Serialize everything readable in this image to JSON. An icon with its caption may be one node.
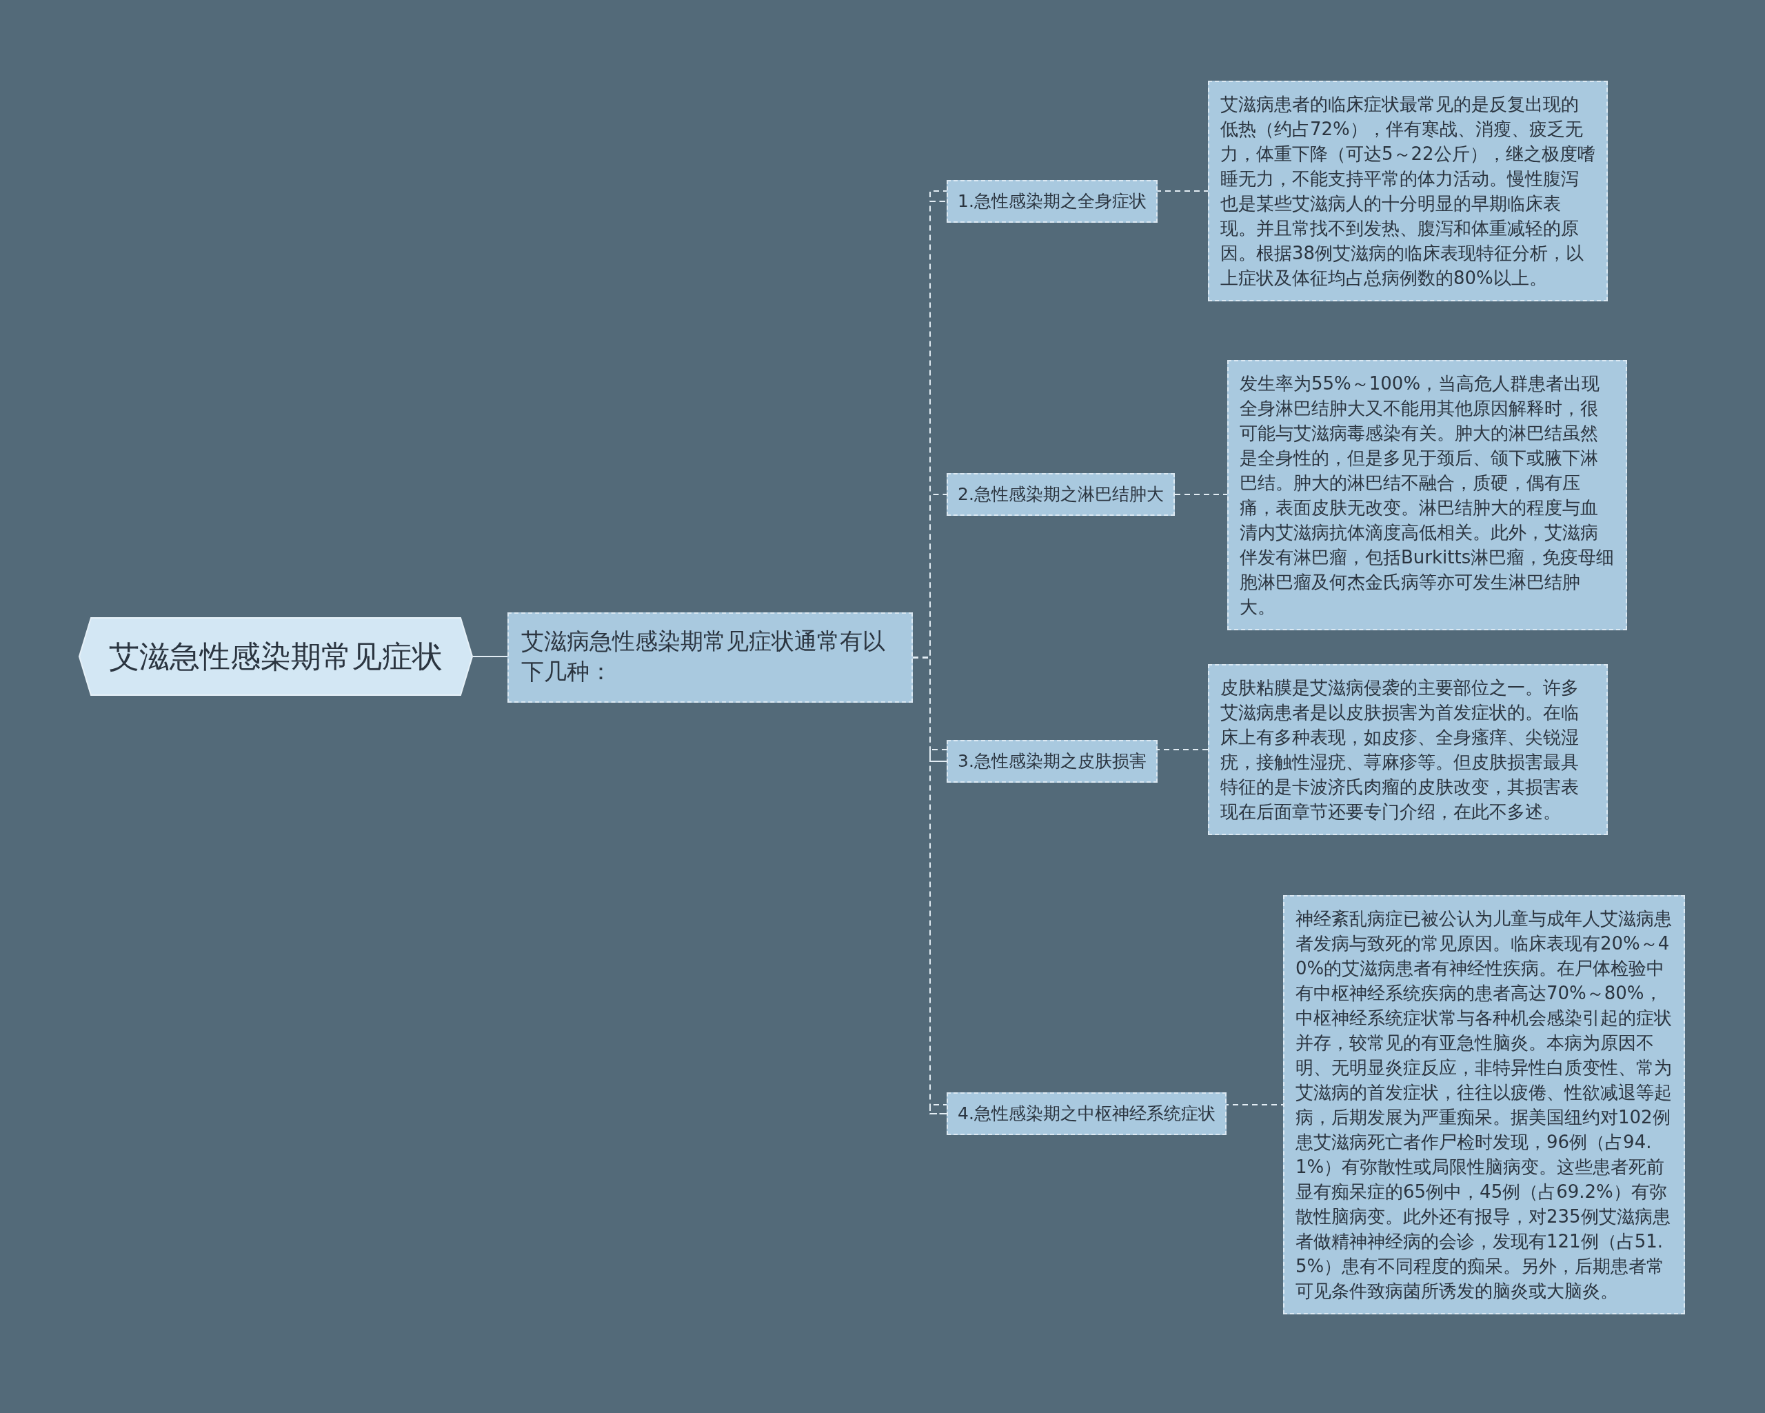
{
  "diagram": {
    "nodes": [
      {
        "text": [
          "艾滋急性感染期常见症状"
        ]
      },
      {
        "text": [
          "艾滋病急性感染期常见症状通常有以下几种："
        ]
      },
      {
        "text": [
          "1.急性感染期之全身症状"
        ]
      },
      {
        "text": [
          "艾滋病患者的临床症状最常见的是反复出现的低热（约占72%），伴有寒战、消瘦、疲乏无力，体重下降（可达5～22公斤），继之极度嗜睡无力，不能支持平常的体力活动。慢性腹泻也是某些艾滋病人的十分明显的早期临床表现。并且常找不到发热、腹泻和体重减轻的原因。根据38例艾滋病的临床表现特征分析，以上症状及体征均占总病例数的80%以上。"
        ]
      },
      {
        "text": [
          "2.急性感染期之淋巴结肿大"
        ]
      },
      {
        "text": [
          "发生率为55%～100%，当高危人群患者出现全身淋巴结肿大又不能用其他原因解释时，很可能与艾滋病毒感染有关。肿大的淋巴结虽然是全身性的，但是多见于颈后、颌下或腋下淋巴结。肿大的淋巴结不融合，质硬，偶有压痛，表面皮肤无改变。淋巴结肿大的程度与血清内艾滋病抗体滴度高低相关。此外，艾滋病伴发有淋巴瘤，包括Burkitts淋巴瘤，免疫母细胞淋巴瘤及何杰金氏病等亦可发生淋巴结肿大。"
        ]
      },
      {
        "text": [
          "3.急性感染期之皮肤损害"
        ]
      },
      {
        "text": [
          "皮肤粘膜是艾滋病侵袭的主要部位之一。许多艾滋病患者是以皮肤损害为首发症状的。在临床上有多种表现，如皮疹、全身瘙痒、尖锐湿疣，接触性湿疣、荨麻疹等。但皮肤损害最具特征的是卡波济氏肉瘤的皮肤改变，其损害表现在后面章节还要专门介绍，在此不多述。"
        ]
      },
      {
        "text": [
          "4.急性感染期之中枢神经系统症状"
        ]
      },
      {
        "text": [
          "神经紊乱病症已被公认为儿童与成年人艾滋病患者发病与致死的常见原因。临床表现有20%～40%的艾滋病患者有神经性疾病。在尸体检验中有中枢神经系统疾病的患者高达70%～80%，中枢神经系统症状常与各种机会感染引起的症状并存，较常见的有亚急性脑炎。本病为原因不明、无明显炎症反应，非特异性白质变性、常为艾滋病的首发症状，往往以疲倦、性欲减退等起病，后期发展为严重痴呆。据美国纽约对102例患艾滋病死亡者作尸检时发现，96例（占94.1%）有弥散性或局限性脑病变。这些患者死前显有痴呆症的65例中，45例（占69.2%）有弥散性脑病变。此外还有报导，对235例艾滋病患者做精神神经病的会诊，发现有121例（占51.5%）患有不同程度的痴呆。另外，后期患者常可见条件致病菌所诱发的脑炎或大脑炎。"
        ]
      }
    ],
    "edges": [
      {
        "from": 0,
        "to": 1,
        "arrow": "none"
      },
      {
        "from": 1,
        "to": 2,
        "arrow": "none",
        "style": "dashed"
      },
      {
        "from": 1,
        "to": 4,
        "arrow": "none",
        "style": "dashed"
      },
      {
        "from": 1,
        "to": 6,
        "arrow": "none",
        "style": "dashed"
      },
      {
        "from": 1,
        "to": 8,
        "arrow": "none",
        "style": "dashed"
      },
      {
        "from": 2,
        "to": 3,
        "arrow": "none",
        "style": "dashed"
      },
      {
        "from": 4,
        "to": 5,
        "arrow": "none",
        "style": "dashed"
      },
      {
        "from": 6,
        "to": 7,
        "arrow": "none",
        "style": "dashed"
      },
      {
        "from": 8,
        "to": 9,
        "arrow": "none",
        "style": "dashed"
      }
    ]
  }
}
